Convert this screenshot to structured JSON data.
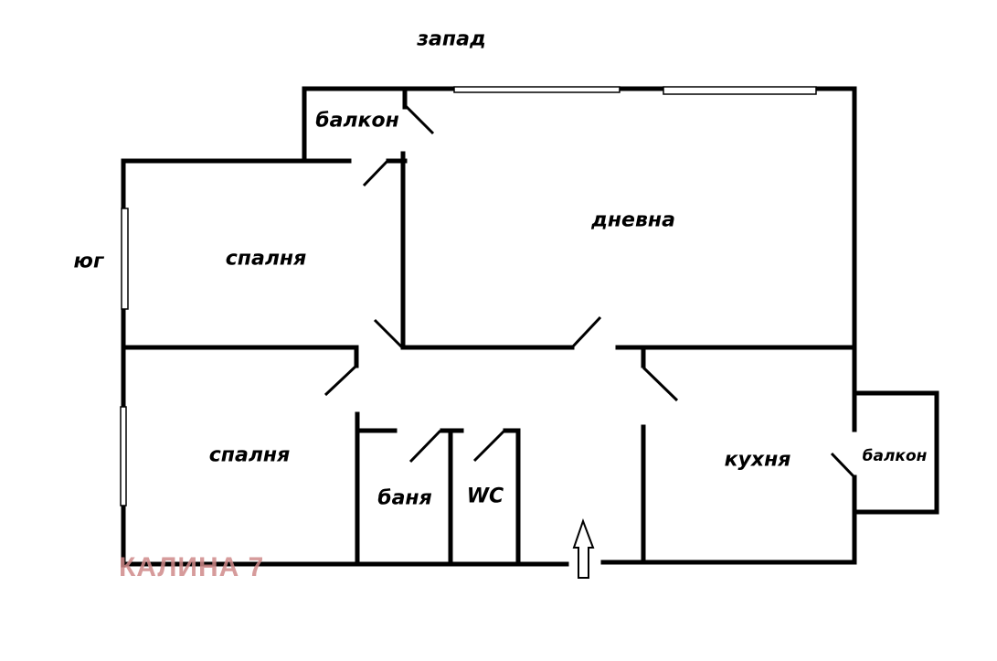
{
  "plan": {
    "orientation": {
      "west": "запад",
      "south": "юг"
    },
    "rooms": {
      "balcony_top": "балкон",
      "living_room": "дневна",
      "bedroom_1": "спалня",
      "bedroom_2": "спалня",
      "bathroom": "баня",
      "wc": "WC",
      "kitchen": "кухня",
      "balcony_right": "балкон"
    },
    "watermark": "КАЛИНА 7",
    "entrance": "entrance-arrow"
  }
}
